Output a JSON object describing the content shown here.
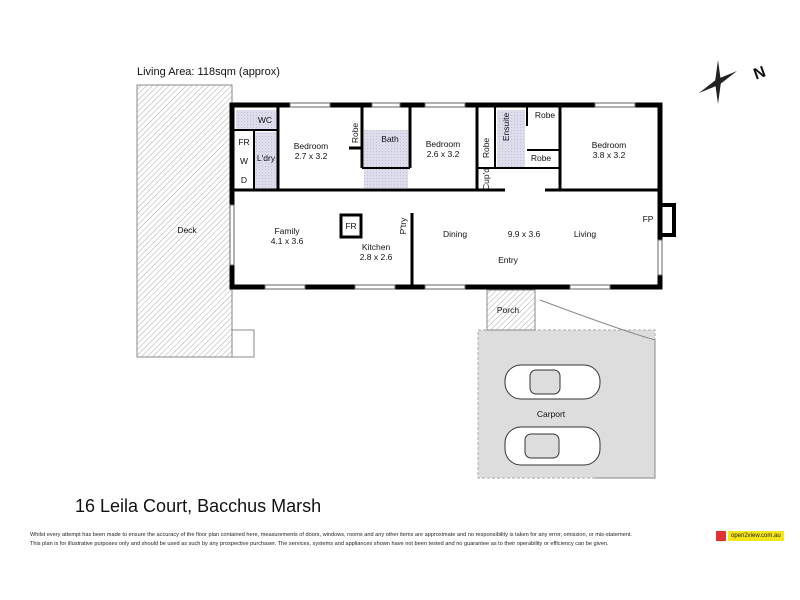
{
  "header": {
    "living_area": "Living Area: 118sqm (approx)"
  },
  "compass": {
    "label": "N"
  },
  "rooms": {
    "wc": "WC",
    "fr_laundry": "FR",
    "washer": "W",
    "dryer": "D",
    "laundry": "L'dry",
    "bed1": "Bedroom",
    "bed1_size": "2.7 x 3.2",
    "robe1": "Robe",
    "bath": "Bath",
    "bed2": "Bedroom",
    "bed2_size": "2.6 x 3.2",
    "robe2": "Robe",
    "cupd": "Cup'd",
    "ensuite": "Ensuite",
    "robe3a": "Robe",
    "robe3b": "Robe",
    "bed3": "Bedroom",
    "bed3_size": "3.8 x 3.2",
    "fp": "FP",
    "family": "Family",
    "family_size": "4.1 x 3.6",
    "fr_kitchen": "FR",
    "pantry": "P'try",
    "kitchen": "Kitchen",
    "kitchen_size": "2.8 x 2.6",
    "dining": "Dining",
    "living_size": "9.9 x 3.6",
    "living": "Living",
    "entry": "Entry",
    "porch": "Porch",
    "carport": "Carport",
    "deck": "Deck"
  },
  "footer": {
    "address": "16 Leila Court, Bacchus Marsh",
    "disclaimer1": "Whilst every attempt has been made to ensure the accuracy of the floor plan contained here, measurements of doors, windows, rooms and any other items are approximate and no responsibility is taken for any error, omission, or mis-statement.",
    "disclaimer2": "This plan is for illustrative purposes only and should be used as such by any prospective purchaser. The services, systems and appliances shown have not been tested and no guarantee as to their operability or efficiency can be given.",
    "logo": "open2view.com.au"
  }
}
